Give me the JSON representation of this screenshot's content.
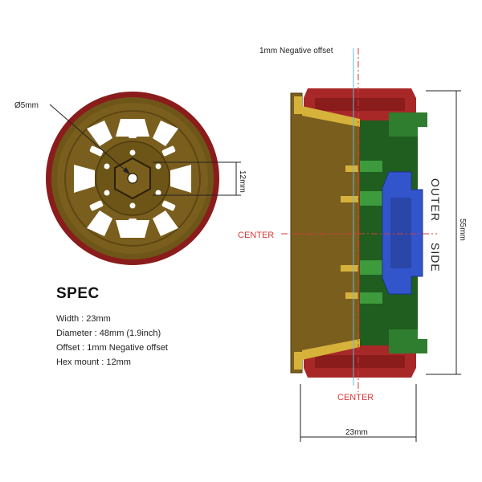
{
  "labels": {
    "bore": "Ø5mm",
    "hex_dim": "12mm",
    "offset_note": "1mm Negative offset",
    "center_top": "CENTER",
    "center_bottom": "CENTER",
    "outer": "OUTER",
    "side": "SIDE",
    "height_dim": "55mm",
    "width_dim": "23mm"
  },
  "spec": {
    "title": "SPEC",
    "rows": [
      "Width : 23mm",
      "Diameter : 48mm (1.9inch)",
      "Offset : 1mm Negative offset",
      "Hex mount : 12mm"
    ]
  },
  "colors": {
    "tire": "#8a1c1c",
    "wheel_face": "#7a5e1e",
    "hub_yellow": "#d6b23a",
    "inner_green": "#2f7d2f",
    "hub_blue": "#3355cc",
    "tire_red": "#b32a2a",
    "center_line": "#d63a3a",
    "offset_line": "#6ab8d6"
  }
}
